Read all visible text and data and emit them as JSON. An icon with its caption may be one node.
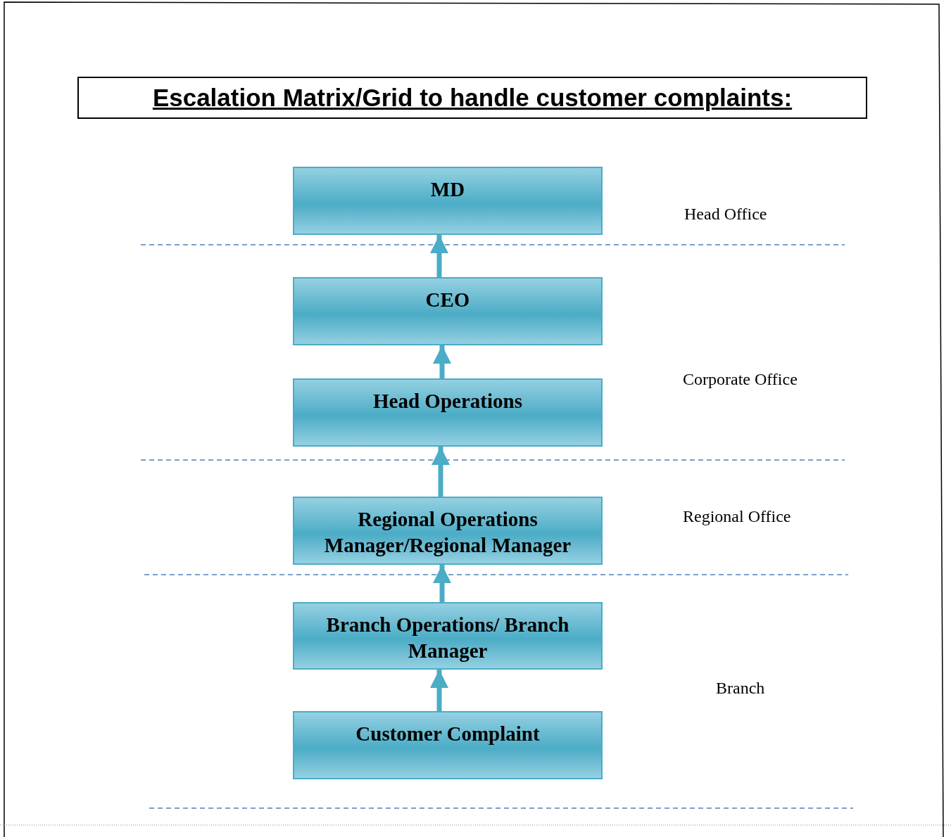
{
  "diagram": {
    "title": "Escalation Matrix/Grid to handle customer complaints:",
    "nodes": [
      {
        "text": [
          "MD"
        ]
      },
      {
        "text": [
          "CEO"
        ]
      },
      {
        "text": [
          "Head Operations"
        ]
      },
      {
        "text": [
          "Regional Operations Manager/Regional Manager"
        ]
      },
      {
        "text": [
          "Branch Operations/ Branch Manager"
        ]
      },
      {
        "text": [
          "Customer Complaint"
        ]
      }
    ],
    "edges": [
      {
        "from": 5,
        "to": 4,
        "arrow": "to"
      },
      {
        "from": 4,
        "to": 3,
        "arrow": "to"
      },
      {
        "from": 3,
        "to": 2,
        "arrow": "to"
      },
      {
        "from": 2,
        "to": 1,
        "arrow": "to"
      },
      {
        "from": 1,
        "to": 0,
        "arrow": "to"
      }
    ],
    "labels": [
      "Head Office",
      "Corporate Office",
      "Regional Office",
      "Branch"
    ]
  }
}
